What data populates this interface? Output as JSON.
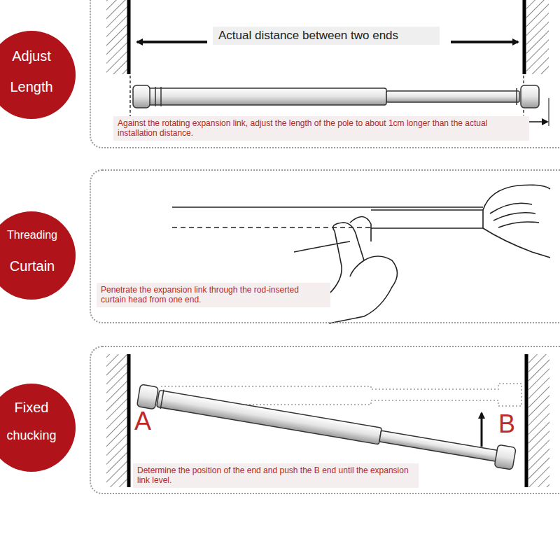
{
  "diagram": {
    "nodes": [
      {
        "text": [
          "Adjust",
          "Length"
        ]
      },
      {
        "text": [
          "Actual distance between two ends",
          "Against the rotating expansion link, adjust the length of the pole to about 1cm longer than the actual installation distance."
        ]
      },
      {
        "text": [
          "Threading",
          "Curtain"
        ]
      },
      {
        "text": [
          "Penetrate the expansion link through the rod-inserted curtain head from one end."
        ]
      },
      {
        "text": [
          "Fixed",
          "chucking"
        ]
      },
      {
        "text": [
          "Determine the position of the end and push the B end until the expansion link level."
        ]
      }
    ],
    "labels": [
      "A",
      "B"
    ]
  }
}
